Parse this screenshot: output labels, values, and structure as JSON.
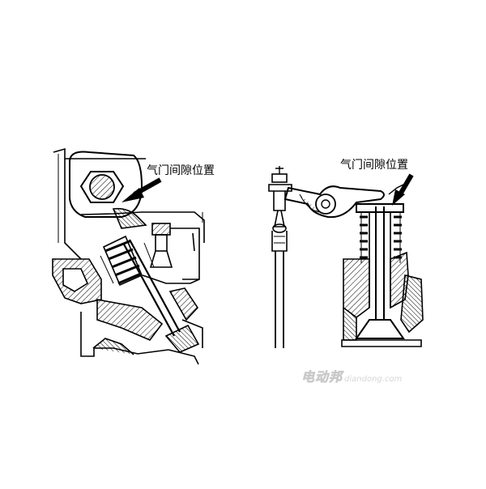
{
  "labels": {
    "left": "气门间隙位置",
    "right": "气门间隙位置"
  },
  "watermark": {
    "logo": "电动邦",
    "url": "diandong.com"
  },
  "colors": {
    "line": "#000000",
    "background": "#ffffff",
    "watermark": "#d6d6d6"
  }
}
